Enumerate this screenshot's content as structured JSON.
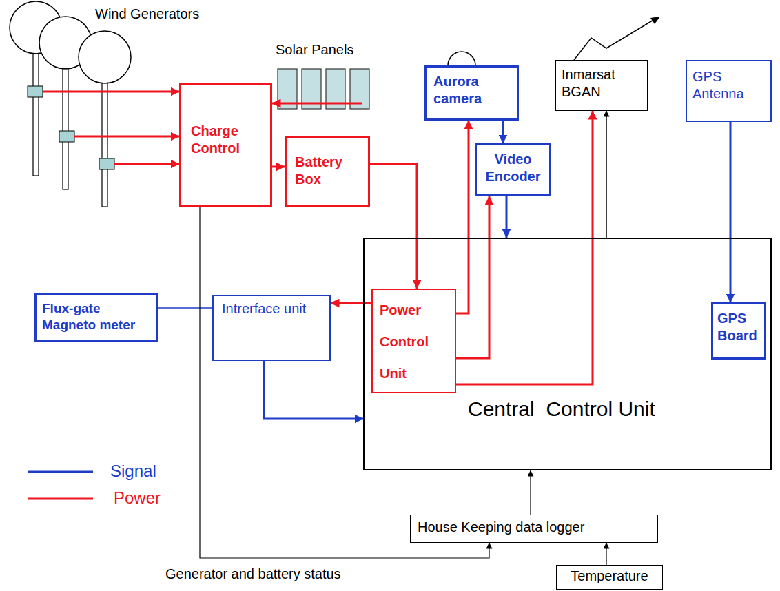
{
  "diagram": {
    "nodes": [
      {
        "text": [
          "Wind Generators"
        ]
      },
      {
        "text": [
          "Solar Panels"
        ]
      },
      {
        "text": [
          "Charge Control"
        ]
      },
      {
        "text": [
          "Battery Box"
        ]
      },
      {
        "text": [
          "Aurora camera"
        ]
      },
      {
        "text": [
          "Video Encoder"
        ]
      },
      {
        "text": [
          "Inmarsat BGAN"
        ]
      },
      {
        "text": [
          "GPS Antenna"
        ]
      },
      {
        "text": [
          "Flux-gate Magneto meter"
        ]
      },
      {
        "text": [
          "Intrerface unit"
        ]
      },
      {
        "text": [
          "Central  Control Unit"
        ]
      },
      {
        "text": [
          "Power Control Unit"
        ],
        "in": 10
      },
      {
        "text": [
          "GPS Board"
        ],
        "in": 10
      },
      {
        "text": [
          "House Keeping data logger"
        ]
      },
      {
        "text": [
          "Temperature"
        ]
      }
    ],
    "edges": [
      {
        "from": 0,
        "to": 2,
        "arrow": "to"
      },
      {
        "from": 0,
        "to": 2,
        "arrow": "to"
      },
      {
        "from": 0,
        "to": 2,
        "arrow": "to"
      },
      {
        "from": 1,
        "to": 2,
        "arrow": "to"
      },
      {
        "from": 2,
        "to": 3,
        "arrow": "to"
      },
      {
        "from": 3,
        "to": 11,
        "arrow": "to"
      },
      {
        "from": 11,
        "to": 4,
        "arrow": "to"
      },
      {
        "from": 11,
        "to": 5,
        "arrow": "to"
      },
      {
        "from": 11,
        "to": 6,
        "arrow": "to"
      },
      {
        "from": 11,
        "to": 9,
        "arrow": "to"
      },
      {
        "from": 10,
        "to": 6,
        "arrow": "to"
      },
      {
        "from": 4,
        "to": 5,
        "arrow": "to"
      },
      {
        "from": 5,
        "to": 10,
        "arrow": "to"
      },
      {
        "from": 7,
        "to": 12,
        "arrow": "to"
      },
      {
        "from": 8,
        "to": 9,
        "arrow": "none"
      },
      {
        "from": 9,
        "to": 10,
        "arrow": "to"
      },
      {
        "from": 14,
        "to": 13,
        "arrow": "to"
      },
      {
        "from": 13,
        "to": 10,
        "arrow": "to"
      },
      {
        "from": 2,
        "to": 13,
        "arrow": "to",
        "label": "Generator and battery status"
      }
    ],
    "legend": [
      {
        "text": "Signal"
      },
      {
        "text": "Power"
      }
    ]
  }
}
